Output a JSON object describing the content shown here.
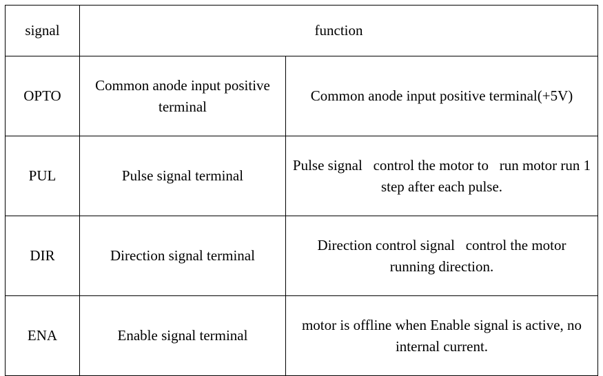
{
  "table": {
    "headers": {
      "signal": "signal",
      "function": "function"
    },
    "rows": [
      {
        "signal": "OPTO",
        "description": "Common anode input positive terminal",
        "function": "Common anode input positive terminal(+5V)"
      },
      {
        "signal": "PUL",
        "description": "Pulse signal terminal",
        "function": "Pulse signal   control the motor to   run motor run 1   step after each pulse."
      },
      {
        "signal": "DIR",
        "description": "Direction signal terminal",
        "function": "Direction control signal   control the motor   running direction."
      },
      {
        "signal": "ENA",
        "description": "Enable signal terminal",
        "function": "motor is offline when Enable signal is active, no internal current."
      }
    ]
  },
  "style": {
    "border_color": "#000000",
    "text_color": "#000000",
    "background": "#ffffff"
  }
}
